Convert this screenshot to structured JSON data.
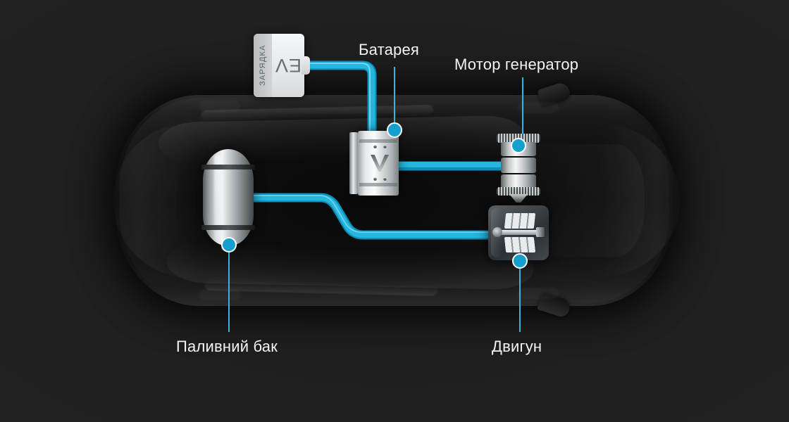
{
  "scene": {
    "title": "Hybrid powertrain diagram (top view of car)",
    "background_color": "#202020",
    "accent_color": "#159fce",
    "pipe_color": "#00a9d6",
    "pipe_highlight": "#3fc3e8",
    "label_color": "#f2f4f5"
  },
  "charge_card": {
    "primary_label": "EV",
    "secondary_label": "ЗАРЯДКА",
    "rotated": "180"
  },
  "labels": {
    "battery": "Батарея",
    "motor_generator": "Мотор генератор",
    "fuel_tank": "Паливний бак",
    "engine": "Двигун"
  },
  "components": [
    {
      "id": "fuel-tank",
      "name": "Паливний бак",
      "marker": true
    },
    {
      "id": "battery",
      "name": "Батарея",
      "marker": true
    },
    {
      "id": "motor-generator",
      "name": "Мотор генератор",
      "marker": true
    },
    {
      "id": "engine",
      "name": "Двигун",
      "marker": true
    }
  ],
  "connections": [
    {
      "from": "charge-card",
      "to": "battery",
      "type": "electric"
    },
    {
      "from": "battery",
      "to": "motor-generator",
      "type": "electric"
    },
    {
      "from": "fuel-tank",
      "to": "engine",
      "type": "fuel"
    }
  ]
}
